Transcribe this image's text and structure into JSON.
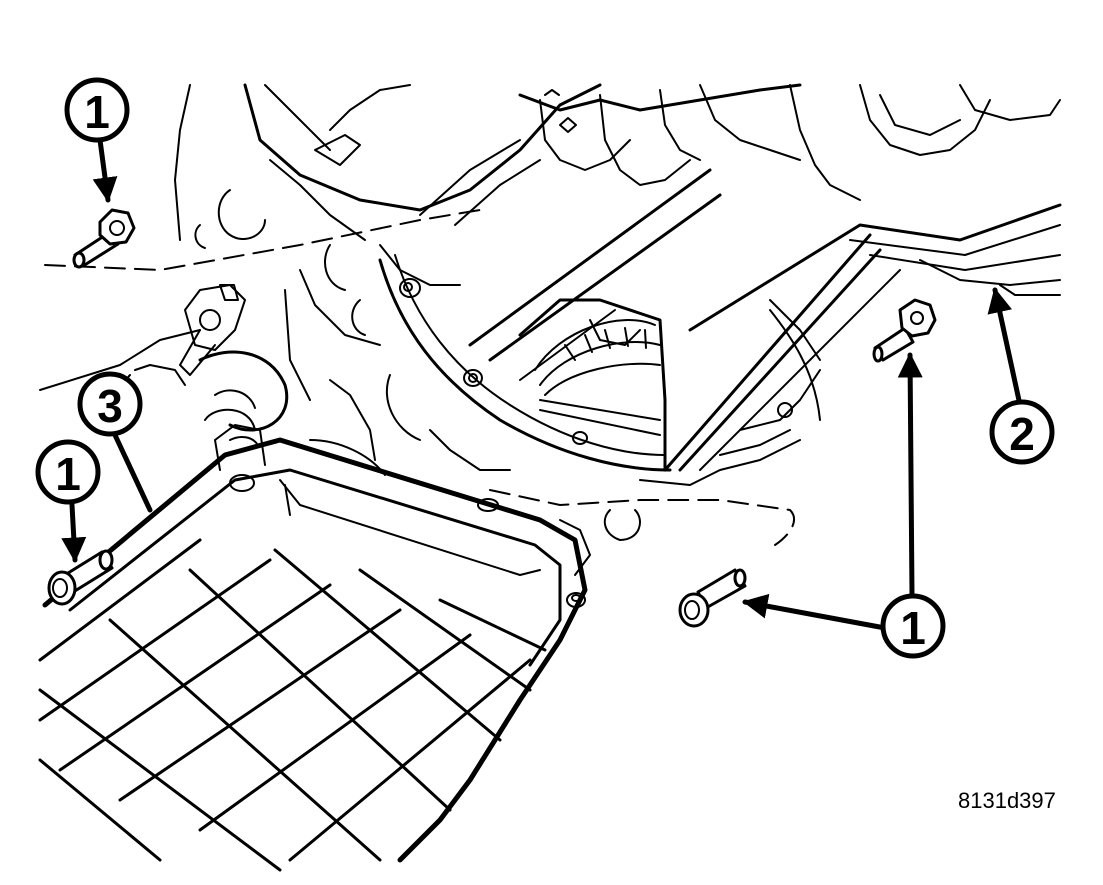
{
  "callouts": [
    {
      "label": "1"
    },
    {
      "label": "1"
    },
    {
      "label": "1"
    },
    {
      "label": "2"
    },
    {
      "label": "3"
    }
  ],
  "figure_id": "8131d397"
}
